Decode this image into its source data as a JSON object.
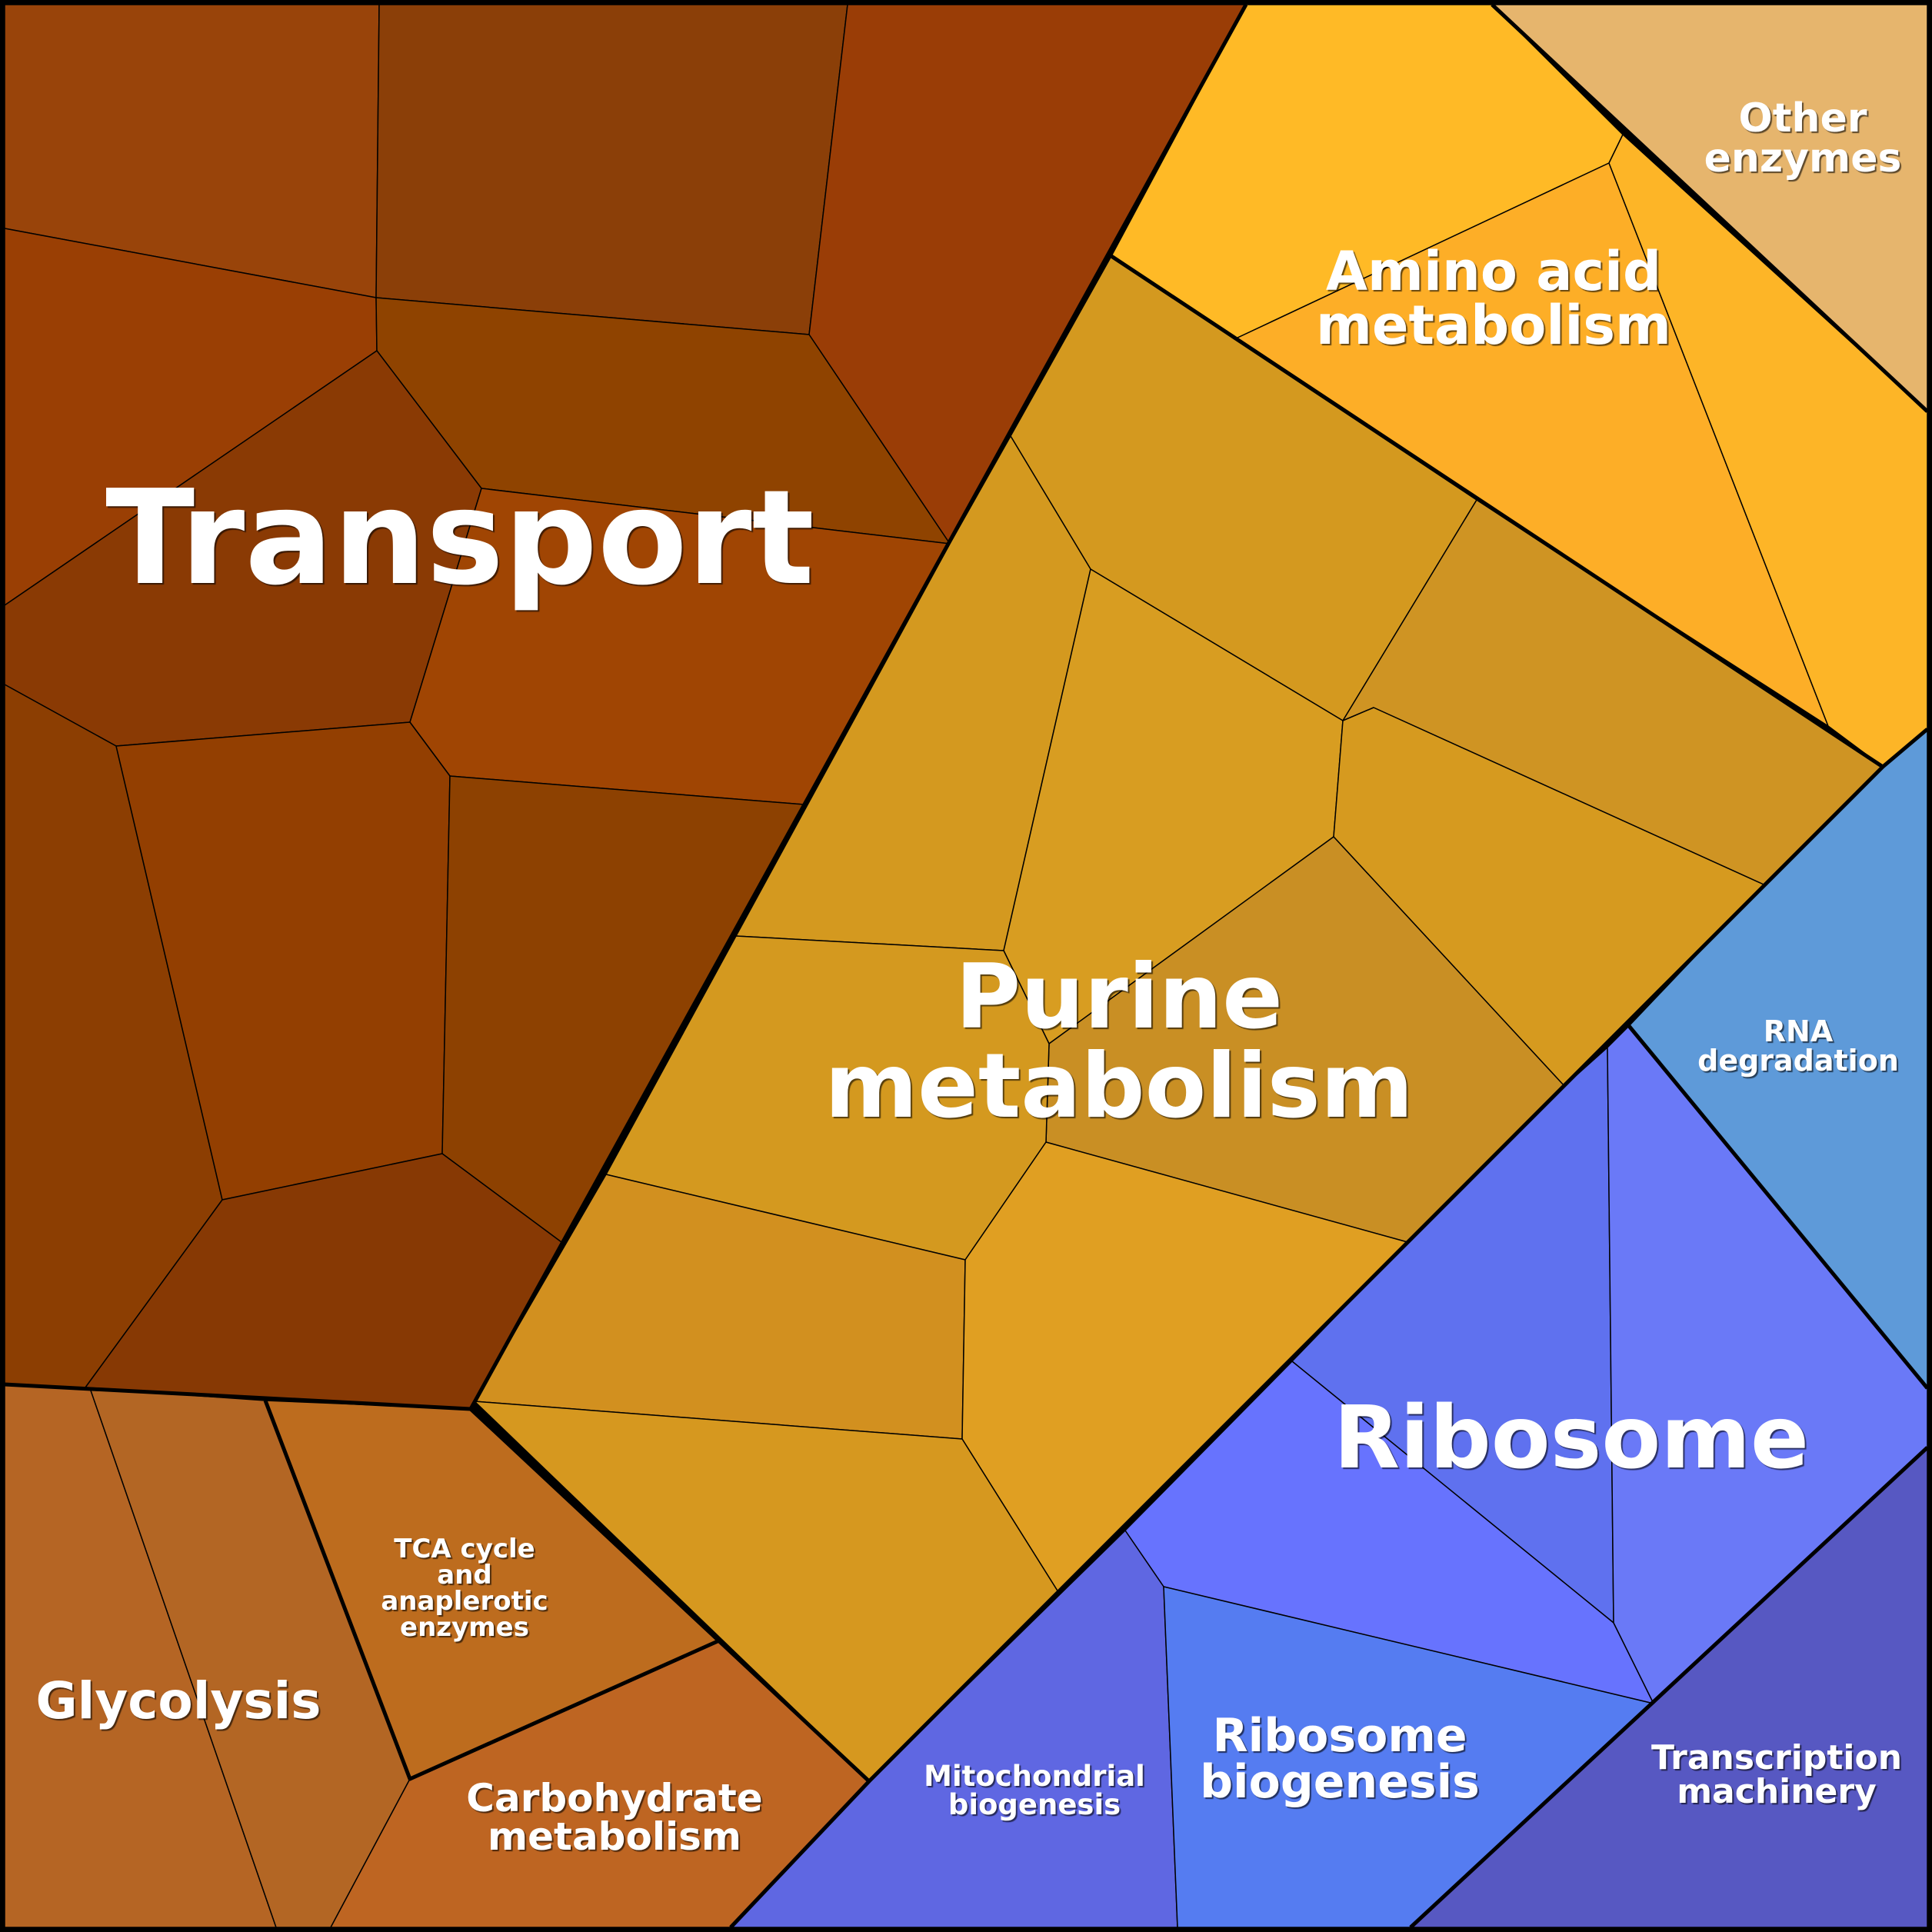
{
  "title": "Proteomap (Voronoi treemap of protein abundance by function)",
  "colors": {
    "transport": [
      "#99440a",
      "#8b3f08",
      "#9a3d06",
      "#8f4300",
      "#a04503",
      "#8a3a04",
      "#933f01",
      "#8d4101",
      "#873904"
    ],
    "purine": [
      "#d4991f",
      "#d89d21",
      "#cf9423",
      "#c98f24",
      "#de9e20",
      "#d2901f",
      "#d69a1f",
      "#e09f22"
    ],
    "amino_acid": [
      "#ffba26",
      "#fdae27",
      "#fdb527"
    ],
    "other_enzymes": "#e6b56d",
    "glycolysis": [
      "#b56524",
      "#b36624"
    ],
    "tca": "#bd6c1e",
    "carbohydrate": "#be6522",
    "rna_degradation": "#5e9ad9",
    "ribosome": [
      "#5f71ef",
      "#6773fe",
      "#6a79f7"
    ],
    "mitochondrial": "#5f67e2",
    "ribosome_biogenesis": "#557cf1",
    "transcription": "#5758c2"
  },
  "labels": {
    "transport": "Transport",
    "purine": "Purine\nmetabolism",
    "amino_acid": "Amino acid\nmetabolism",
    "other_enzymes": "Other\nenzymes",
    "rna_degradation": "RNA\ndegradation",
    "ribosome": "Ribosome",
    "glycolysis": "Glycolysis",
    "tca": "TCA cycle\nand\nanaplerotic\nenzymes",
    "carbohydrate": "Carbohydrate\nmetabolism",
    "mitochondrial": "Mitochondrial\nbiogenesis",
    "ribosome_biogenesis": "Ribosome\nbiogenesis",
    "transcription": "Transcription\nmachinery"
  }
}
